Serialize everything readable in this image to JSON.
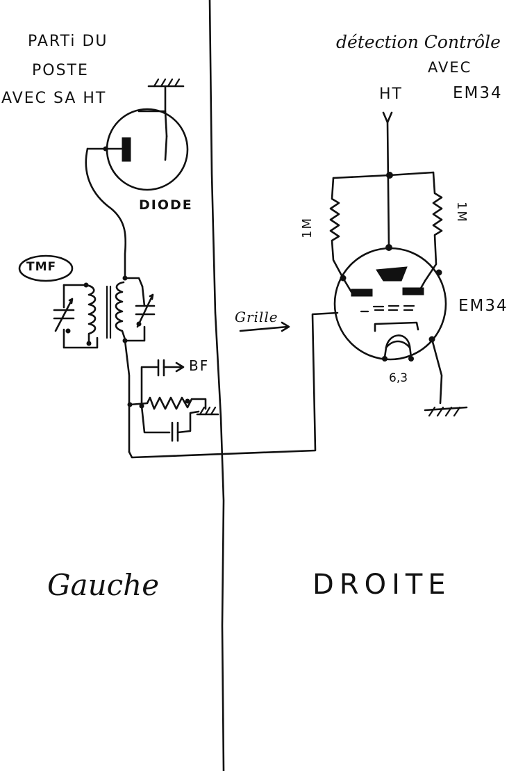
{
  "left": {
    "title_lines": [
      "PARTi  DU",
      "POSTE",
      "AVEC SA HT"
    ],
    "diode_label": "DIODE",
    "tmf_label": "TMF",
    "bf_label": "BF",
    "panel_label": "Gauche"
  },
  "right": {
    "title_line1": "détection Contrôle",
    "title_line2": "AVEC",
    "ht_label": "HT",
    "em34_top": "EM34",
    "em34_side": "EM34",
    "resistor_left": "1M",
    "resistor_right": "1M",
    "heater_label": "6,3",
    "panel_label": "DROITE"
  },
  "grille_label": "Grille"
}
